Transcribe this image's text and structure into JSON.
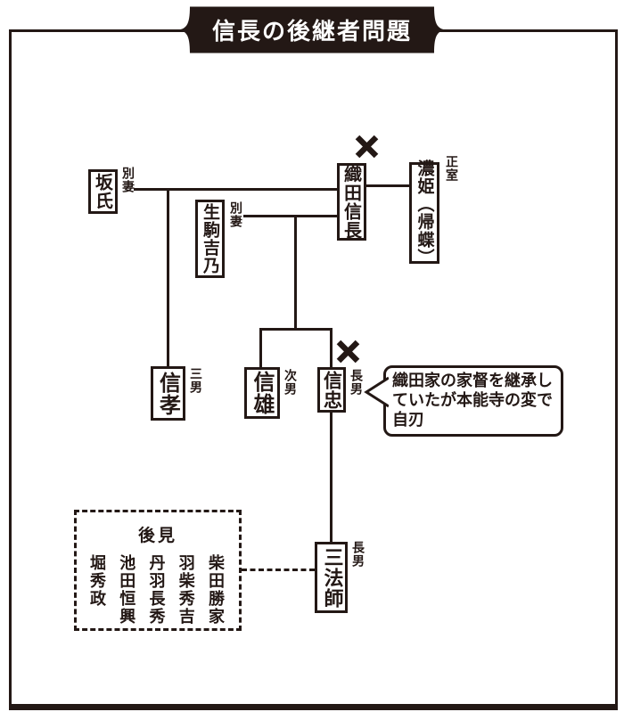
{
  "title": "信長の後継者問題",
  "people": {
    "nobunaga": {
      "name": "織田信長"
    },
    "nouhime": {
      "name": "濃姫（帰蝶）",
      "label": "正室"
    },
    "saka": {
      "name": "坂氏",
      "label": "別妻"
    },
    "ikoma": {
      "name": "生駒吉乃",
      "label": "別妻"
    },
    "nobutaka": {
      "name": "信孝",
      "label": "三男"
    },
    "nobukatsu": {
      "name": "信雄",
      "label": "次男"
    },
    "nobutada": {
      "name": "信忠",
      "label": "長男"
    },
    "sanposhi": {
      "name": "三法師",
      "label": "長男"
    }
  },
  "callout": {
    "text": "織田家の家督を継承していたが本能寺の変で自刃"
  },
  "guardians": {
    "heading": "後見",
    "names": [
      "柴田勝家",
      "羽柴秀吉",
      "丹羽長秀",
      "池田恒興",
      "堀秀政"
    ]
  },
  "colors": {
    "ink": "#231815",
    "banner_text": "#ffffff"
  }
}
